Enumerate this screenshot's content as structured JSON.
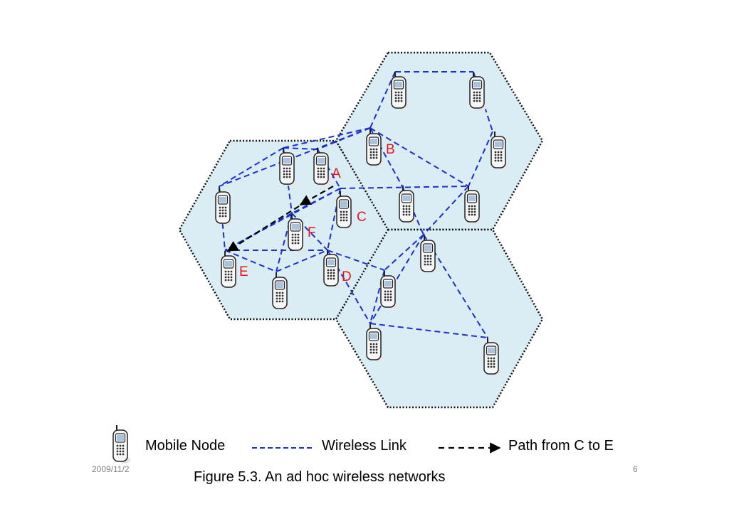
{
  "node_labels": [
    "A",
    "B",
    "C",
    "D",
    "E",
    "F"
  ],
  "legend": {
    "mobile_node": "Mobile Node",
    "wireless_link": "Wireless Link",
    "path": "Path from C to E"
  },
  "footer": {
    "date": "2009/11/2",
    "page": "6"
  },
  "caption": "Figure 5.3. An ad hoc wireless networks",
  "colors": {
    "cell_fill": "#dbedf4",
    "wireless_link": "#1c2fcf",
    "path": "#000000",
    "label": "#e8141b"
  },
  "icons": [
    "mobile-phone-icon",
    "arrow-right-icon"
  ]
}
